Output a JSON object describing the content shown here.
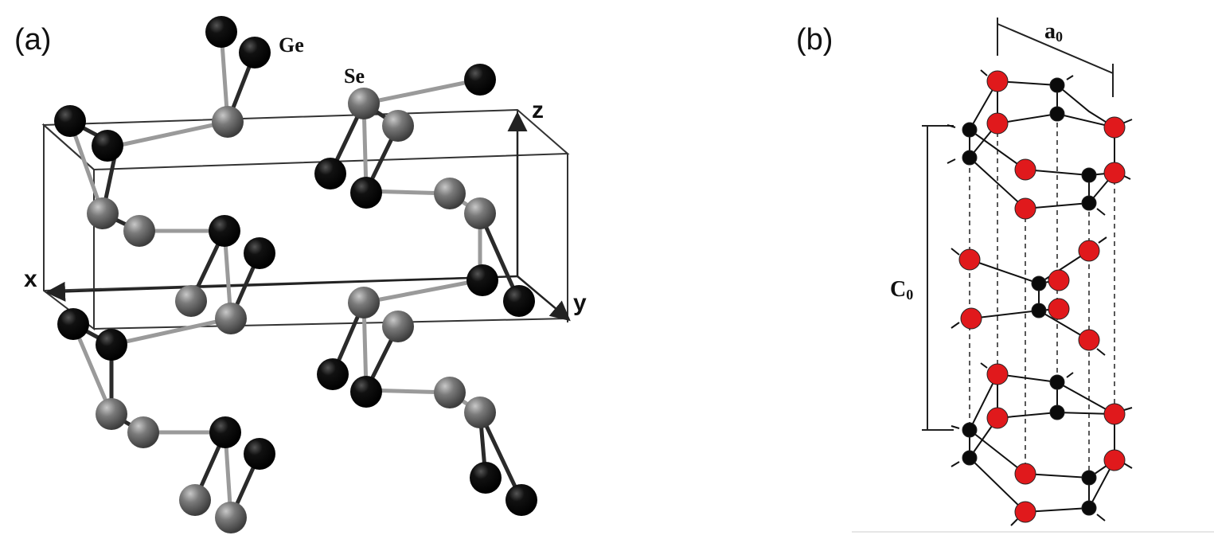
{
  "panel_a": {
    "label": "(a)",
    "atom_labels": {
      "ge": "Ge",
      "se": "Se"
    },
    "axes": {
      "x": "x",
      "y": "y",
      "z": "z"
    },
    "colors": {
      "ge": "#0a0a0a",
      "se": "#707070",
      "bond_dark": "#2a2a2a",
      "bond_light": "#9a9a9a",
      "cell": "#333333"
    }
  },
  "panel_b": {
    "label": "(b)",
    "lattice_a": {
      "symbol": "a",
      "subscript": "0"
    },
    "lattice_c": {
      "symbol": "C",
      "subscript": "0"
    },
    "colors": {
      "red_atom": "#e0191c",
      "black_atom": "#0a0a0a",
      "bond": "#111111"
    }
  }
}
